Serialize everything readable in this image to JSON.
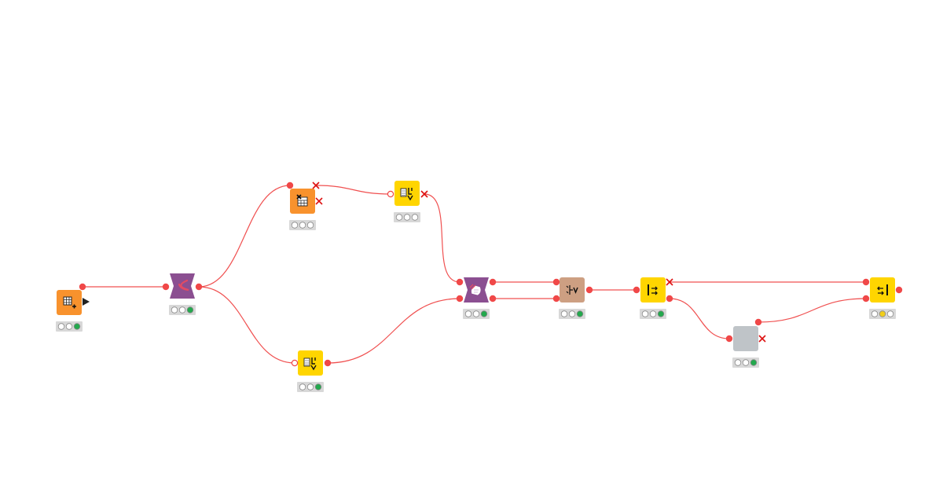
{
  "canvas": {
    "background": "#ffffff",
    "connection_color": "#f05050",
    "port_color": "#f04848",
    "port_open_color": "#ffffff",
    "inactive_mark_color": "#dd1111"
  },
  "node_colors": {
    "source": "#f8922d",
    "manipulator": "#f8922d",
    "flow_control": "#ffd500",
    "meta": "#8b4f91",
    "learner": "#cd9f82",
    "inactive": "#bfc4c8"
  },
  "status_colors": {
    "idle": "#ffffff",
    "executed": "#23a94d",
    "configured": "#f2ce1a",
    "border": "#8a8a8a",
    "panel": "#d8d8d8"
  },
  "nodes": [
    {
      "id": "table-creator",
      "kind": "source",
      "icon": "table-creator-icon",
      "status": [
        "idle",
        "idle",
        "executed"
      ],
      "inactive_outputs": []
    },
    {
      "id": "parallel-start",
      "kind": "meta",
      "icon": "parallel-chunk-start-icon",
      "status": [
        "idle",
        "idle",
        "executed"
      ],
      "inactive_outputs": []
    },
    {
      "id": "column-filter",
      "kind": "manipulator",
      "icon": "column-filter-icon",
      "status": [
        "idle",
        "idle",
        "idle"
      ],
      "inactive_outputs": [
        0
      ]
    },
    {
      "id": "switch-top",
      "kind": "flow_control",
      "icon": "if-switch-icon",
      "status": [
        "idle",
        "idle",
        "idle"
      ],
      "inactive_outputs": [
        0
      ]
    },
    {
      "id": "switch-bottom",
      "kind": "flow_control",
      "icon": "if-switch-icon",
      "status": [
        "idle",
        "idle",
        "executed"
      ],
      "inactive_outputs": []
    },
    {
      "id": "merge-node",
      "kind": "meta",
      "icon": "merge-hands-icon",
      "status": [
        "idle",
        "idle",
        "executed"
      ],
      "inactive_outputs": []
    },
    {
      "id": "variable-node",
      "kind": "learner",
      "icon": "table-to-variable-icon",
      "status": [
        "idle",
        "idle",
        "executed"
      ],
      "inactive_outputs": []
    },
    {
      "id": "case-switch-start",
      "kind": "flow_control",
      "icon": "case-switch-start-icon",
      "status": [
        "idle",
        "idle",
        "executed"
      ],
      "inactive_outputs": [
        0
      ]
    },
    {
      "id": "inactive-node",
      "kind": "inactive",
      "icon": "none",
      "status": [
        "idle",
        "idle",
        "executed"
      ],
      "inactive_outputs": [
        0
      ]
    },
    {
      "id": "case-switch-end",
      "kind": "flow_control",
      "icon": "case-switch-end-icon",
      "status": [
        "idle",
        "configured",
        "idle"
      ],
      "inactive_outputs": []
    }
  ],
  "connections": [
    {
      "from": "table-creator",
      "from_port": 0,
      "to": "parallel-start",
      "to_port": 0
    },
    {
      "from": "parallel-start",
      "from_port": 0,
      "to": "column-filter",
      "to_port": 0
    },
    {
      "from": "parallel-start",
      "from_port": 0,
      "to": "switch-bottom",
      "to_port": 0
    },
    {
      "from": "column-filter",
      "from_port": 0,
      "to": "switch-top",
      "to_port": 0
    },
    {
      "from": "switch-top",
      "from_port": 0,
      "to": "merge-node",
      "to_port": 0
    },
    {
      "from": "switch-bottom",
      "from_port": 0,
      "to": "merge-node",
      "to_port": 1
    },
    {
      "from": "merge-node",
      "from_port": 0,
      "to": "variable-node",
      "to_port": 0
    },
    {
      "from": "merge-node",
      "from_port": 1,
      "to": "variable-node",
      "to_port": 1
    },
    {
      "from": "variable-node",
      "from_port": 0,
      "to": "case-switch-start",
      "to_port": 0
    },
    {
      "from": "case-switch-start",
      "from_port": 0,
      "to": "case-switch-end",
      "to_port": 0
    },
    {
      "from": "case-switch-start",
      "from_port": 1,
      "to": "inactive-node",
      "to_port": 0
    },
    {
      "from": "inactive-node",
      "from_port": 0,
      "to": "case-switch-end",
      "to_port": 1
    }
  ]
}
